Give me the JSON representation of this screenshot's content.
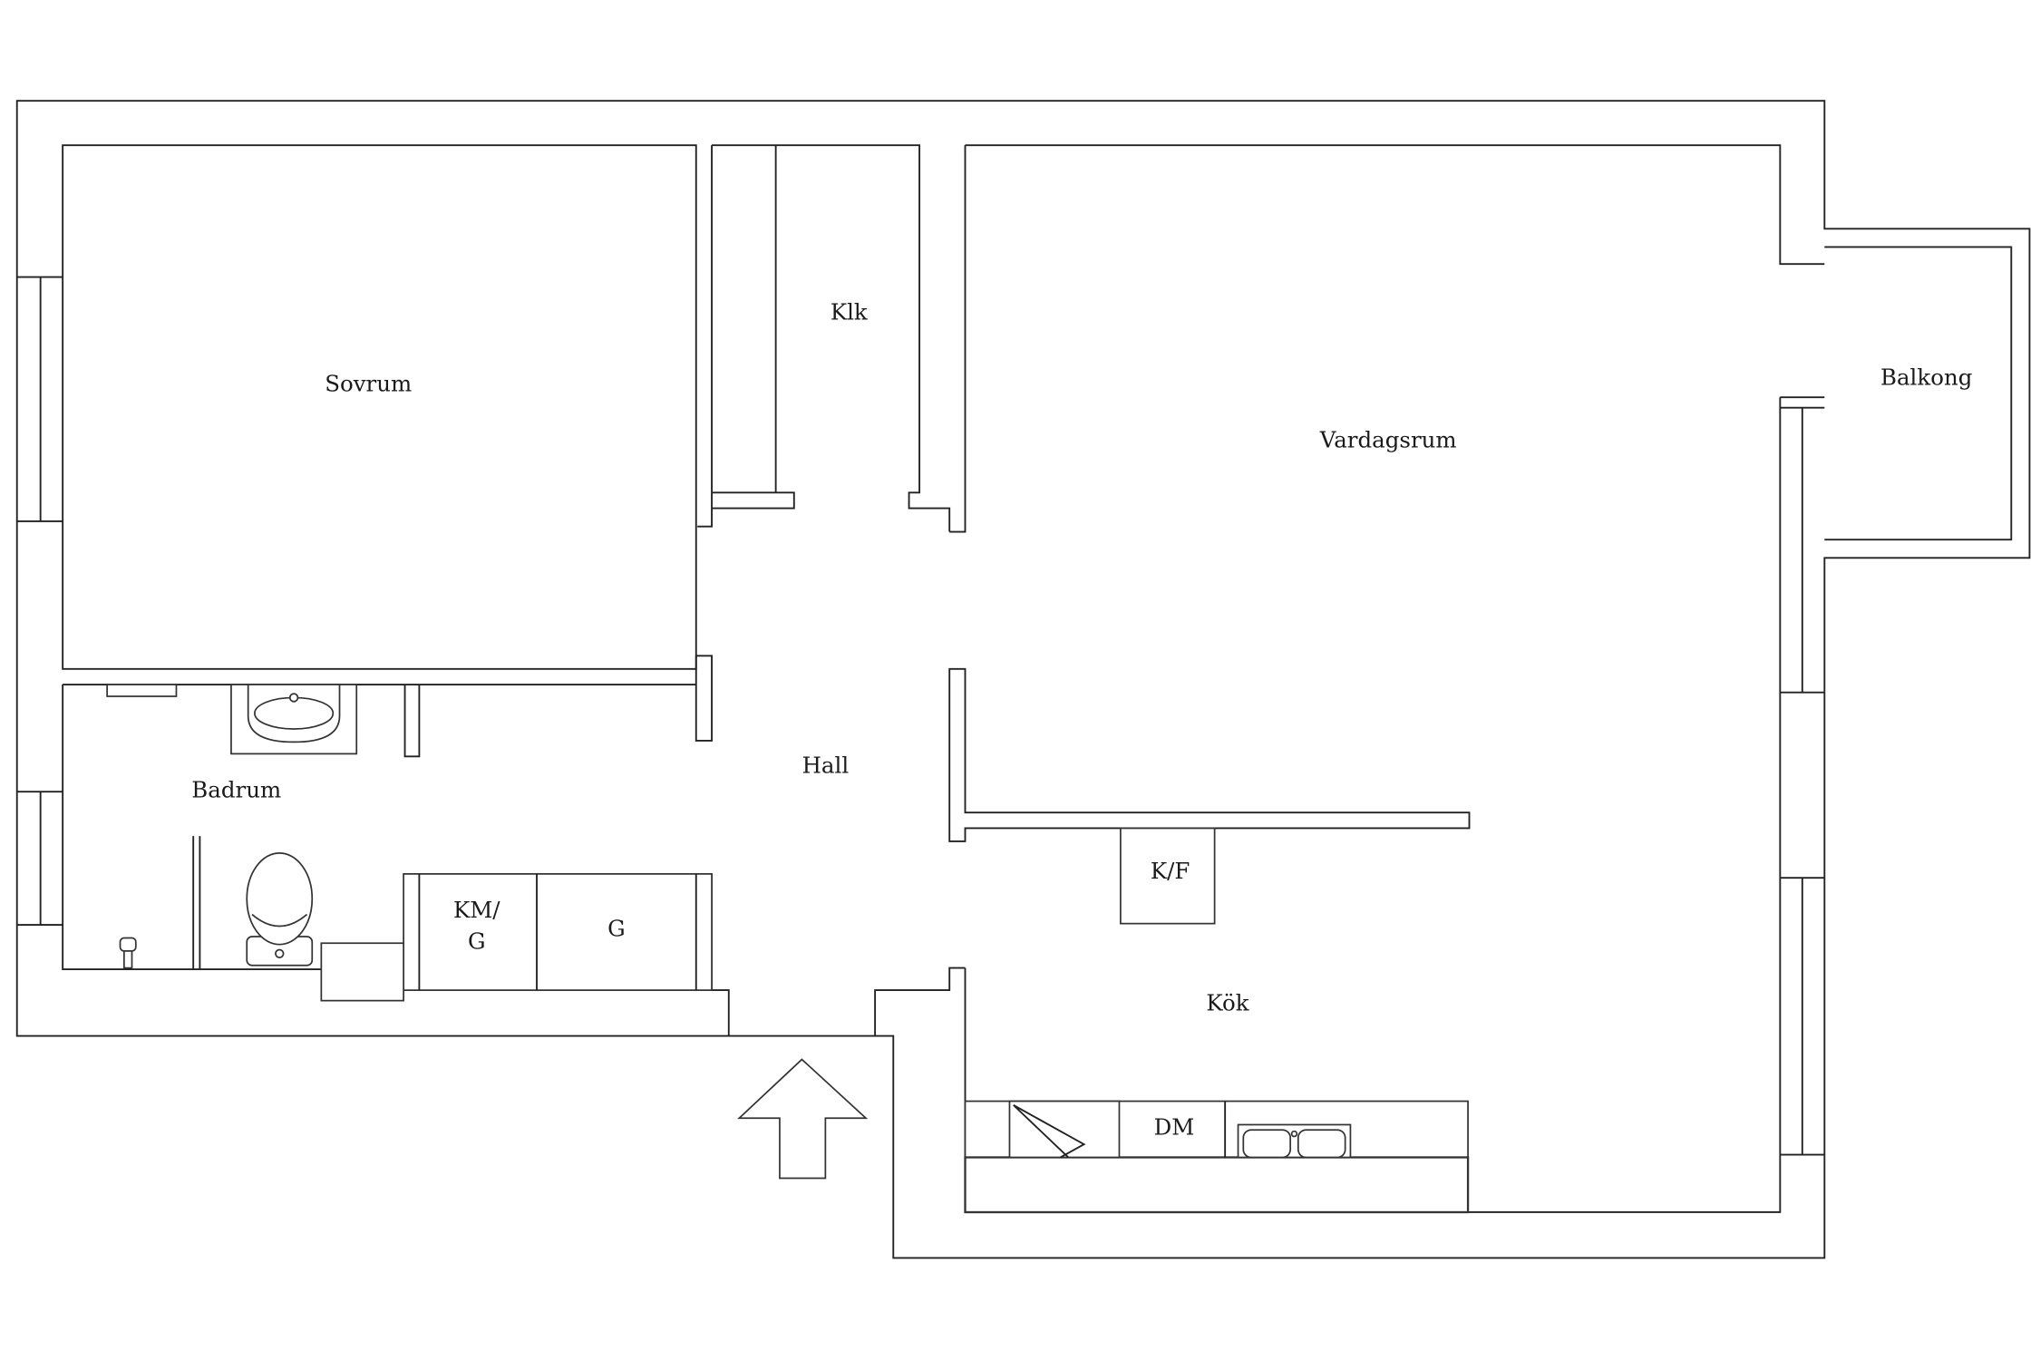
{
  "rooms": {
    "sovrum": "Sovrum",
    "klk": "Klk",
    "vardagsrum": "Vardagsrum",
    "balkong": "Balkong",
    "hall": "Hall",
    "badrum": "Badrum",
    "kok": "Kök"
  },
  "fixtures": {
    "kf": "K/F",
    "kmg_line1": "KM/",
    "kmg_line2": "G",
    "g": "G",
    "dm": "DM"
  },
  "colors": {
    "wall": "#222222",
    "background": "#ffffff"
  }
}
